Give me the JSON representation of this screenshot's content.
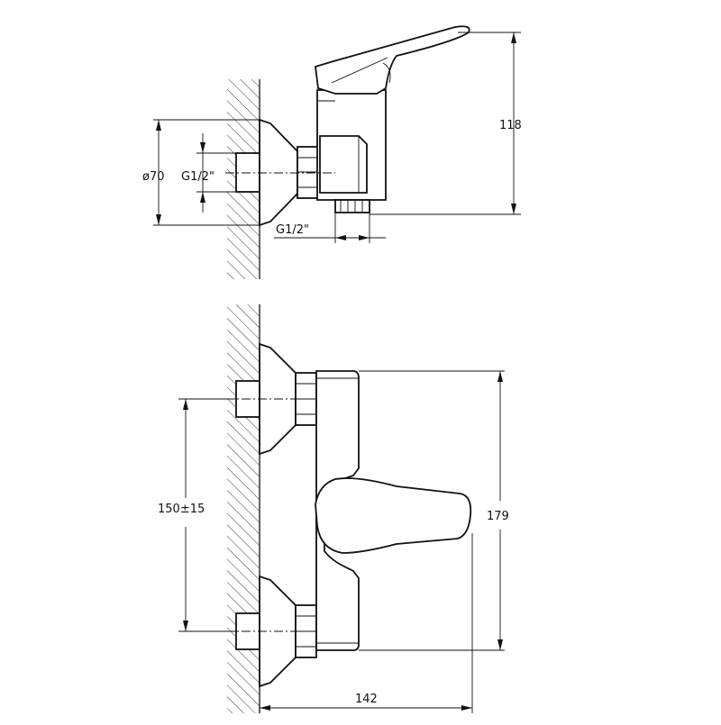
{
  "side_view": {
    "dim_height": "118",
    "dim_flange_diameter": "ø70",
    "dim_inlet_thread": "G1/2\"",
    "dim_outlet_thread": "G1/2\""
  },
  "front_view": {
    "dim_inlet_spacing": "150±15",
    "dim_height": "179",
    "dim_depth": "142"
  }
}
